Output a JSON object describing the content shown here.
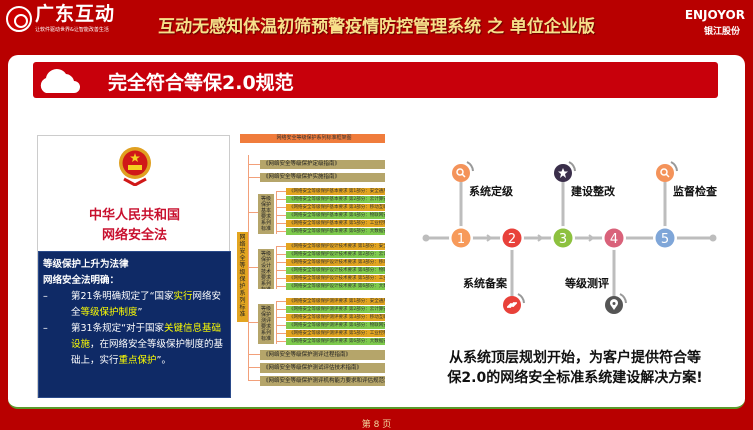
{
  "header": {
    "logo_text": "广东互动",
    "logo_slogan": "让软件驱动世界&让智能改善生活",
    "title": "互动无感知体温初筛预警疫情防控管理系统 之 单位企业版",
    "brand_en": "ENJOYOR",
    "brand_cn": "银江股份"
  },
  "section": {
    "title": "完全符合等保2.0规范"
  },
  "law": {
    "line1": "中华人民共和国",
    "line2": "网络安全法",
    "heading1": "等级保护上升为法律",
    "heading2": "网络安全法明确：",
    "bullets": [
      {
        "dash": "–",
        "parts": [
          "第21条明确规定了“国家",
          "实行",
          "网络安全",
          "等级保护制度",
          "”"
        ]
      },
      {
        "dash": "–",
        "parts": [
          "第31条规定“对于国家",
          "关键信息基础设施",
          "，在网络安全等级保护制度的基础上，实行",
          "重点保护",
          "”。"
        ]
      }
    ]
  },
  "standards": {
    "header": "网络安全等级保护系列标准框架图",
    "top_docs": [
      "《网络安全等级保护定级指南》",
      "《网络安全等级保护实施指南》"
    ],
    "root_label": "网络安全等级保护系列标准",
    "groups": [
      {
        "label": "等级保护基本要求系列标准",
        "rows": [
          "《网络安全等级保护基本要求 第1部分：安全通用要求》",
          "《网络安全等级保护基本要求 第2部分：云计算安全扩展要求》",
          "《网络安全等级保护基本要求 第3部分：移动互联安全扩展要求》",
          "《网络安全等级保护基本要求 第4部分：物联网安全扩展要求》",
          "《网络安全等级保护基本要求 第5部分：工业控制系统安全扩展要求》",
          "《网络安全等级保护基本要求 第6部分：大数据安全扩展要求》"
        ]
      },
      {
        "label": "等级保护设计技术要求系列标准",
        "rows": [
          "《网络安全等级保护设计技术要求 第1部分：安全通用要求》",
          "《网络安全等级保护设计技术要求 第2部分：云计算安全扩展要求》",
          "《网络安全等级保护设计技术要求 第3部分：移动互联安全扩展要求》",
          "《网络安全等级保护设计技术要求 第4部分：物联网安全扩展要求》",
          "《网络安全等级保护设计技术要求 第5部分：工业控制系统安全扩展要求》",
          "《网络安全等级保护设计技术要求 第6部分：大数据安全扩展要求》"
        ]
      },
      {
        "label": "等级保护测评要求系列标准",
        "rows": [
          "《网络安全等级保护测评要求 第1部分：安全通用要求》",
          "《网络安全等级保护测评要求 第2部分：云计算安全扩展要求》",
          "《网络安全等级保护测评要求 第3部分：移动互联安全扩展要求》",
          "《网络安全等级保护测评要求 第4部分：物联网安全扩展要求》",
          "《网络安全等级保护测评要求 第5部分：工业控制系统安全扩展要求》",
          "《网络安全等级保护测评要求 第6部分：大数据安全扩展要求》"
        ]
      }
    ],
    "bottom_docs": [
      "《网络安全等级保护测评过程指南》",
      "《网络安全等级保护测试评估技术指南》",
      "《网络安全等级保护测评机构能力要求和评估规范》"
    ]
  },
  "process": {
    "steps": [
      {
        "num": "1",
        "label": "系统定级",
        "color": "#f79a5a",
        "icon": "search-icon",
        "icon_color": "#f4935a"
      },
      {
        "num": "2",
        "label": "系统备案",
        "color": "#e8413a",
        "icon": "link-icon",
        "icon_color": "#e8413a"
      },
      {
        "num": "3",
        "label": "建设整改",
        "color": "#8dc13f",
        "icon": "star-icon",
        "icon_color": "#3a2e4a"
      },
      {
        "num": "4",
        "label": "等级测评",
        "color": "#d9627a",
        "icon": "location-icon",
        "icon_color": "#555555"
      },
      {
        "num": "5",
        "label": "监督检查",
        "color": "#7fa6d8",
        "icon": "search-icon",
        "icon_color": "#f4935a"
      }
    ],
    "summary_line1": "从系统顶层规划开始，为客户提供符合等",
    "summary_line2": "保2.0的网络安全标准系统建设解决方案!"
  },
  "footer": {
    "page": "第 8 页"
  }
}
